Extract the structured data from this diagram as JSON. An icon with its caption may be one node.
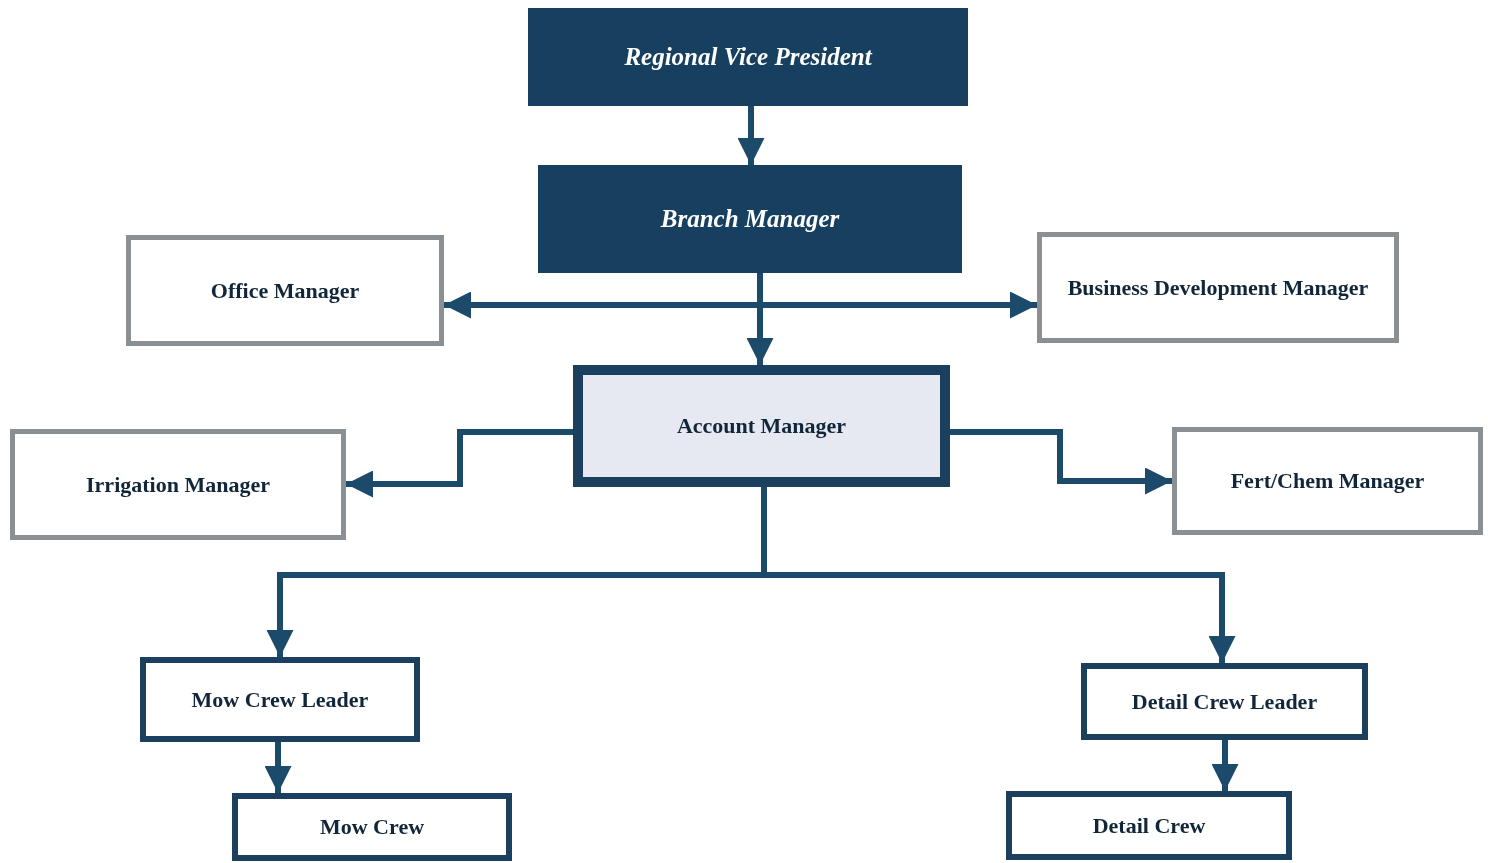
{
  "diagram": {
    "nodes": [
      {
        "text": [
          "Regional Vice President"
        ]
      },
      {
        "text": [
          "Branch Manager"
        ]
      },
      {
        "text": [
          "Office Manager"
        ]
      },
      {
        "text": [
          "Business Development Manager"
        ]
      },
      {
        "text": [
          "Account Manager"
        ]
      },
      {
        "text": [
          "Irrigation Manager"
        ]
      },
      {
        "text": [
          "Fert/Chem Manager"
        ]
      },
      {
        "text": [
          "Mow Crew Leader"
        ]
      },
      {
        "text": [
          "Mow Crew"
        ]
      },
      {
        "text": [
          "Detail Crew Leader"
        ]
      },
      {
        "text": [
          "Detail Crew"
        ]
      }
    ],
    "edges": [
      {
        "from": 0,
        "to": 1,
        "arrow": "to"
      },
      {
        "from": 1,
        "to": 2,
        "arrow": "to"
      },
      {
        "from": 1,
        "to": 3,
        "arrow": "to"
      },
      {
        "from": 1,
        "to": 4,
        "arrow": "to"
      },
      {
        "from": 4,
        "to": 5,
        "arrow": "to"
      },
      {
        "from": 4,
        "to": 6,
        "arrow": "to"
      },
      {
        "from": 4,
        "to": 7,
        "arrow": "to"
      },
      {
        "from": 4,
        "to": 9,
        "arrow": "to"
      },
      {
        "from": 7,
        "to": 8,
        "arrow": "to"
      },
      {
        "from": 9,
        "to": 10,
        "arrow": "to"
      }
    ]
  }
}
